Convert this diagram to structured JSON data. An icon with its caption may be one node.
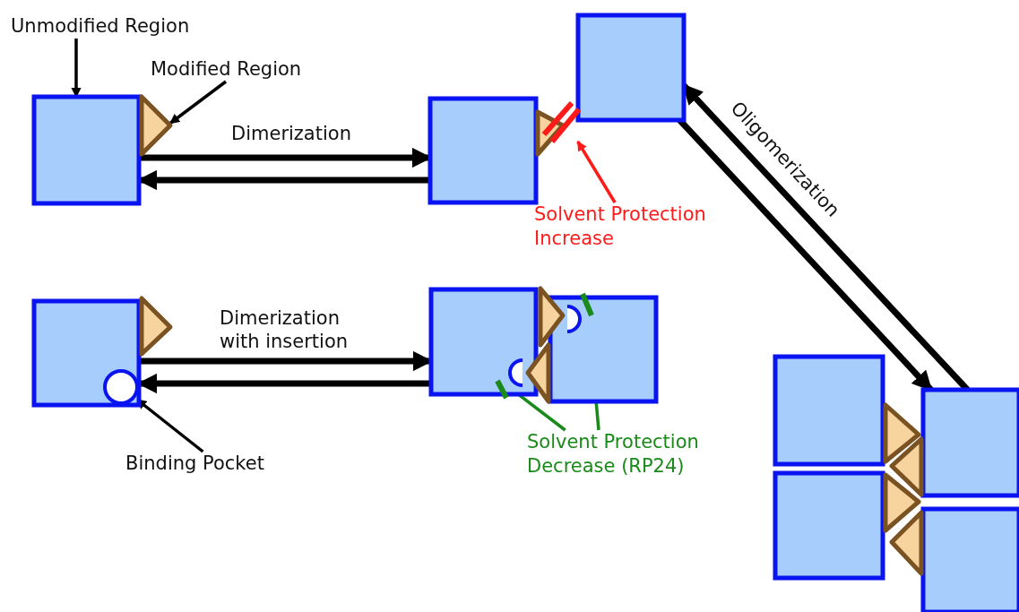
{
  "diagram": {
    "nodes": [
      {
        "text": [
          "Unmodified Region"
        ]
      },
      {
        "text": [],
        "shape": "box"
      },
      {
        "text": [
          "Modified Region"
        ]
      },
      {
        "text": [],
        "shape": "triangle"
      },
      {
        "text": [],
        "shape": "box"
      },
      {
        "text": [],
        "shape": "triangle"
      },
      {
        "text": [],
        "shape": "box"
      },
      {
        "text": [],
        "shape": "bar"
      },
      {
        "text": [
          "Solvent Protection Increase"
        ]
      },
      {
        "text": [],
        "shape": "box"
      },
      {
        "text": [],
        "shape": "triangle"
      },
      {
        "text": [],
        "shape": "arc",
        "in": 9
      },
      {
        "text": [
          "Binding Pocket"
        ]
      },
      {
        "text": [],
        "shape": "box"
      },
      {
        "text": [],
        "shape": "triangle"
      },
      {
        "text": [],
        "shape": "arc",
        "in": 13
      },
      {
        "text": [],
        "shape": "box"
      },
      {
        "text": [],
        "shape": "arc",
        "in": 16
      },
      {
        "text": [],
        "shape": "triangle"
      },
      {
        "text": [],
        "shape": "bar"
      },
      {
        "text": [],
        "shape": "bar"
      },
      {
        "text": [
          "Solvent Protection Decrease (RP24)"
        ]
      },
      {
        "text": [],
        "shape": "box"
      },
      {
        "text": [],
        "shape": "box"
      },
      {
        "text": [],
        "shape": "box"
      },
      {
        "text": [],
        "shape": "box"
      },
      {
        "text": [],
        "shape": "triangle"
      },
      {
        "text": [],
        "shape": "triangle"
      },
      {
        "text": [],
        "shape": "triangle"
      },
      {
        "text": [],
        "shape": "triangle"
      }
    ],
    "edges": [
      {
        "from": 0,
        "to": 1,
        "arrow": "to"
      },
      {
        "from": 2,
        "to": 3,
        "arrow": "to"
      },
      {
        "from": 1,
        "to": 4,
        "arrow": "to",
        "label": "Dimerization",
        "style": "thick"
      },
      {
        "from": 4,
        "to": 1,
        "arrow": "to",
        "style": "thick"
      },
      {
        "from": 8,
        "to": 7,
        "arrow": "to",
        "color": "#ff1a1a"
      },
      {
        "from": 6,
        "to": 23,
        "arrow": "to",
        "label": "Oligomerization",
        "style": "thick"
      },
      {
        "from": 23,
        "to": 6,
        "arrow": "to",
        "style": "thick"
      },
      {
        "from": 9,
        "to": 13,
        "arrow": "to",
        "label": "Dimerization with insertion",
        "style": "thick"
      },
      {
        "from": 13,
        "to": 9,
        "arrow": "to",
        "style": "thick"
      },
      {
        "from": 12,
        "to": 11,
        "arrow": "to"
      },
      {
        "from": 21,
        "to": 19,
        "arrow": "to",
        "color": "#1a8a1a"
      },
      {
        "from": 21,
        "to": 20,
        "arrow": "to",
        "color": "#1a8a1a"
      }
    ]
  }
}
